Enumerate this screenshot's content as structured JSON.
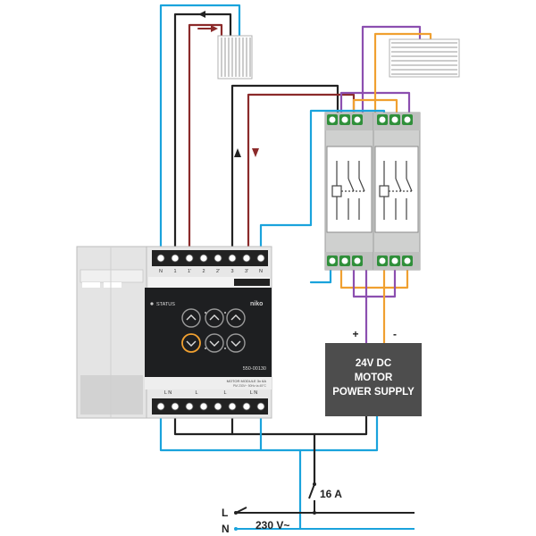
{
  "colors": {
    "blue": "#1aa3dc",
    "black": "#222222",
    "darkred": "#8b2a2a",
    "purple": "#8c4fb0",
    "orange": "#f0a030",
    "terminal_green": "#2f8f3a",
    "module_dark": "#1e1f21",
    "module_grey": "#d9d9d9",
    "relay_grey": "#cfd0cf",
    "psu_grey": "#4d4d4d"
  },
  "motor_module": {
    "brand": "niko",
    "part_number": "550-00130",
    "status_label": "STATUS",
    "model_text": "MOTOR MODULE 3x 6A",
    "rating_text": "PM 230V~ 50Hz  ta 45°C",
    "top_terminals": [
      "N",
      "1",
      "1'",
      "2",
      "2'",
      "3",
      "3'",
      "N"
    ],
    "bottom_terminals": [
      "L N",
      "L",
      "L",
      "L N"
    ],
    "selected_button": "down-1"
  },
  "power_supply": {
    "line1": "24V DC",
    "line2": "MOTOR",
    "line3": "POWER SUPPLY",
    "plus": "+",
    "minus": "-"
  },
  "breaker": {
    "rating": "16 A"
  },
  "mains": {
    "L": "L",
    "N": "N",
    "voltage": "230 V~"
  },
  "icons": [
    "arrow-left-icon",
    "arrow-up-icon",
    "arrow-down-icon",
    "relay-symbol-icon",
    "up-chevron-icon",
    "down-chevron-icon",
    "switch-icon"
  ]
}
